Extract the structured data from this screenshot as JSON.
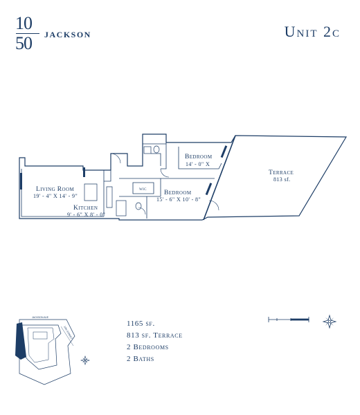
{
  "logo": {
    "top_number": "10",
    "bottom_number": "50",
    "wordmark": "JACKSON"
  },
  "unit_title": "Unit 2c",
  "rooms": {
    "living": {
      "name": "Living Room",
      "dims": "19' - 4\" X 14' - 9\""
    },
    "kitchen": {
      "name": "Kitchen",
      "dims": "9' - 6\" X 8' - 0\""
    },
    "bedroom1": {
      "name": "Bedroom",
      "dims": "14' - 0\" X"
    },
    "bedroom2": {
      "name": "Bedroom",
      "dims": "15' - 6\" X 10' - 8\""
    },
    "terrace": {
      "name": "Terrace",
      "dims": "813 sf."
    },
    "wic": "WIC"
  },
  "specs": {
    "area": "1165 sf.",
    "terrace": "813 sf. Terrace",
    "bedrooms": "2 Bedrooms",
    "baths": "2 Baths"
  },
  "keyplan": {
    "street_top": "JACKSON AVE",
    "street_side": "10th STREET"
  },
  "colors": {
    "ink": "#1d3d66",
    "highlight": "#1d3d66"
  }
}
